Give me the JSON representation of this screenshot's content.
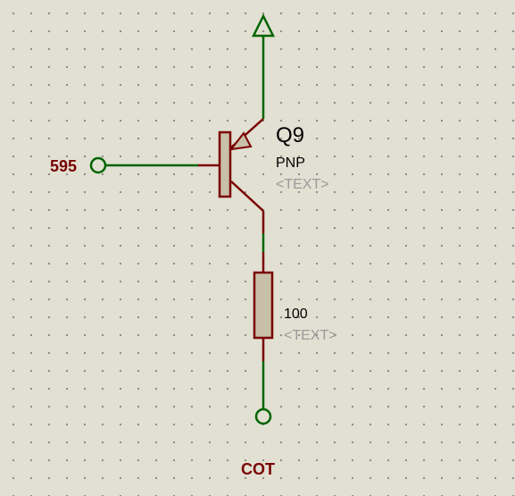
{
  "schematic": {
    "transistor": {
      "reference": "Q9",
      "type": "PNP",
      "text_field": "<TEXT>"
    },
    "resistor": {
      "value": "100",
      "text_field": "<TEXT>"
    },
    "nets": {
      "base_terminal": "595",
      "output_terminal": "COT",
      "supply_symbol": "power-arrow"
    },
    "colors": {
      "wire": "#006400",
      "component": "#7a0000",
      "background": "#e1e0d2",
      "grid_dot": "#8a8a80",
      "text_placeholder": "#9a9a9a"
    }
  }
}
